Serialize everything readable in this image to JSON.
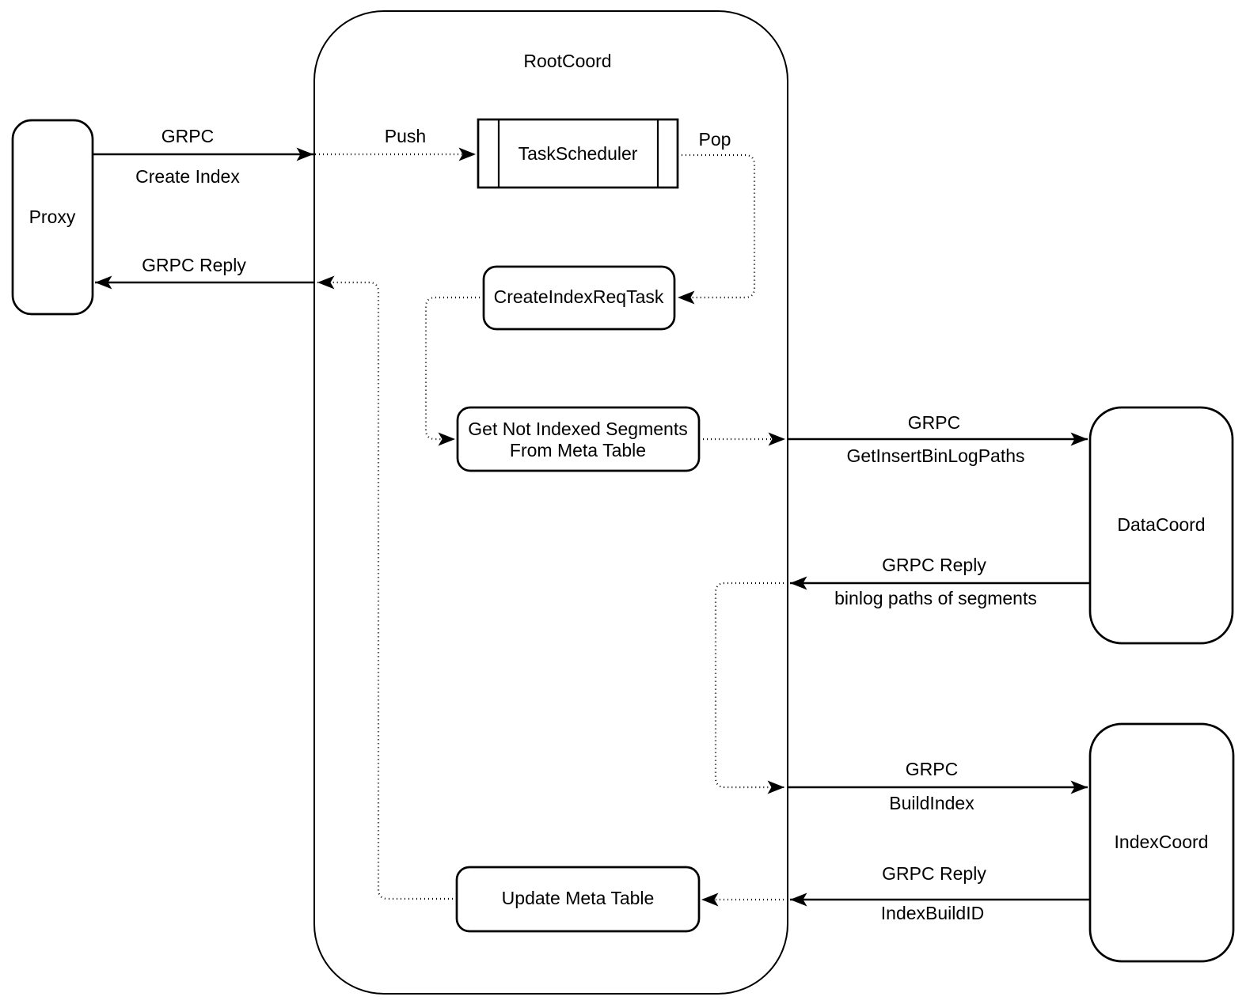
{
  "diagram": {
    "background": "#ffffff",
    "stroke_color": "#000000",
    "container": {
      "title": "RootCoord"
    },
    "nodes": {
      "proxy": {
        "label": "Proxy"
      },
      "task_scheduler": {
        "label": "TaskScheduler"
      },
      "create_index_req_task": {
        "label": "CreateIndexReqTask"
      },
      "get_not_indexed_segments": {
        "label_line1": "Get Not Indexed Segments",
        "label_line2": "From Meta Table"
      },
      "update_meta_table": {
        "label": "Update Meta Table"
      },
      "data_coord": {
        "label": "DataCoord"
      },
      "index_coord": {
        "label": "IndexCoord"
      }
    },
    "edges": {
      "proxy_to_rootcoord": {
        "label1": "GRPC",
        "label2": "Create Index"
      },
      "rootcoord_to_taskscheduler": {
        "label": "Push"
      },
      "taskscheduler_to_createindexreqtask": {
        "label": "Pop"
      },
      "rootcoord_to_proxy": {
        "label": "GRPC Reply"
      },
      "rootcoord_to_datacoord": {
        "label1": "GRPC",
        "label2": "GetInsertBinLogPaths"
      },
      "datacoord_to_rootcoord": {
        "label1": "GRPC Reply",
        "label2": "binlog paths of segments"
      },
      "rootcoord_to_indexcoord": {
        "label1": "GRPC",
        "label2": "BuildIndex"
      },
      "indexcoord_to_rootcoord": {
        "label1": "GRPC Reply",
        "label2": "IndexBuildID"
      }
    }
  }
}
